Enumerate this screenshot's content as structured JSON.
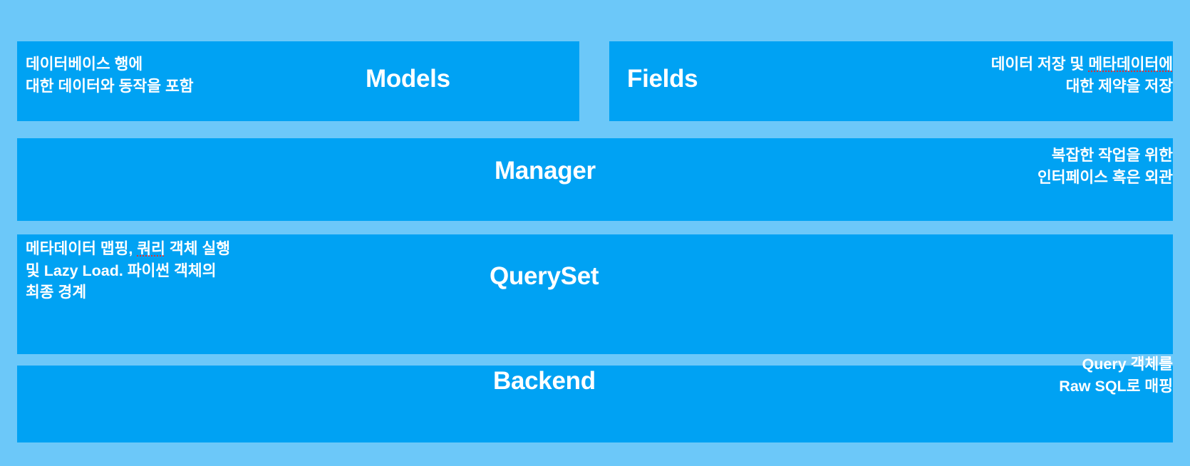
{
  "diagram": {
    "title": "Django ORM layer diagram",
    "background_color": "#6cc8f9",
    "box_color": "#00a2f3",
    "text_color": "#ffffff",
    "spellcheck_underline_color": "#e03131",
    "layers": [
      {
        "id": "models",
        "title": "Models",
        "note": "데이터베이스 행에\n대한 데이터와 동작을 포함",
        "note_align": "left"
      },
      {
        "id": "fields",
        "title": "Fields",
        "note_line1_prefix": "데이터 저장 및 ",
        "note_line1_misspelled": "메타데이터에",
        "note_line2": "대한 제약을 저장",
        "note_align": "right"
      },
      {
        "id": "manager",
        "title": "Manager",
        "note": "복잡한 작업을 위한\n인터페이스 혹은 외관",
        "note_align": "right"
      },
      {
        "id": "queryset",
        "title": "QuerySet",
        "note_line1_prefix": "메타데이터 맵핑, ",
        "note_line1_misspelled": "쿼리",
        "note_line1_suffix": " 객체 실행",
        "note_line2": "및 Lazy Load. 파이썬 객체의",
        "note_line3": "최종 경계",
        "note_align": "left"
      },
      {
        "id": "backend",
        "title": "Backend",
        "note": "Query 객체를\nRaw SQL로 매핑",
        "note_align": "right"
      }
    ]
  }
}
